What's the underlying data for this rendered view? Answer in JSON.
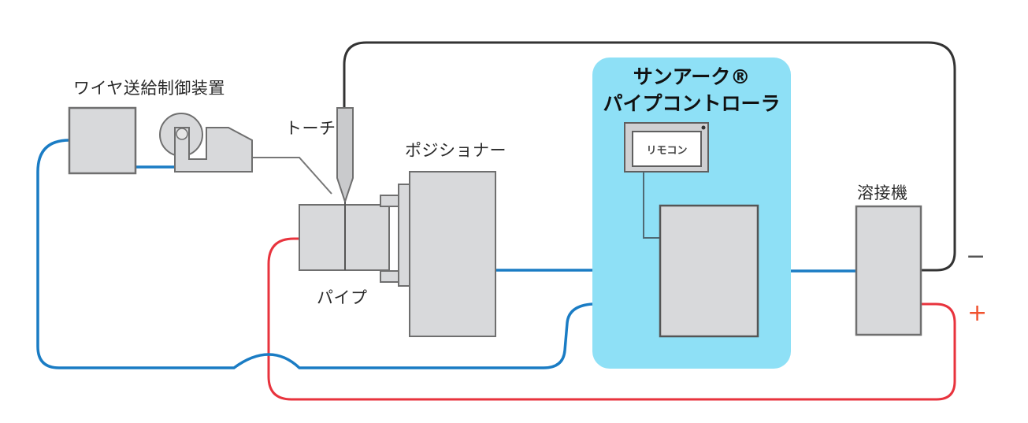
{
  "diagram": {
    "title": "サンアーク® パイプコントローラ 接続構成図",
    "components": {
      "wire_feeder": {
        "label": "ワイヤ送給制御装置"
      },
      "torch": {
        "label": "トーチ"
      },
      "positioner": {
        "label": "ポジショナー"
      },
      "pipe": {
        "label": "パイプ"
      },
      "controller": {
        "line1": "サンアーク®",
        "line2": "パイプコントローラ"
      },
      "remote": {
        "label": "リモコン"
      },
      "welder": {
        "label": "溶接機"
      }
    },
    "polarity": {
      "minus": "−",
      "plus": "+"
    },
    "colors": {
      "control_cable": "#1a7cc4",
      "positive_cable": "#e8333d",
      "negative_cable": "#333333",
      "controller_highlight": "#8ee0f6",
      "box_fill": "#d8d9db",
      "box_stroke": "#6f6f6f",
      "minus_sign": "#555555",
      "plus_sign": "#f0522e"
    },
    "connections": [
      {
        "from": "wire_feeder",
        "to": "controller",
        "type": "control_cable"
      },
      {
        "from": "positioner",
        "to": "controller",
        "type": "control_cable"
      },
      {
        "from": "controller",
        "to": "welder",
        "type": "control_cable"
      },
      {
        "from": "welder",
        "to": "torch",
        "type": "negative_cable"
      },
      {
        "from": "welder",
        "to": "pipe",
        "type": "positive_cable"
      },
      {
        "from": "wire_feeder",
        "to": "torch",
        "type": "wire"
      },
      {
        "from": "remote",
        "to": "controller",
        "type": "signal"
      }
    ]
  }
}
